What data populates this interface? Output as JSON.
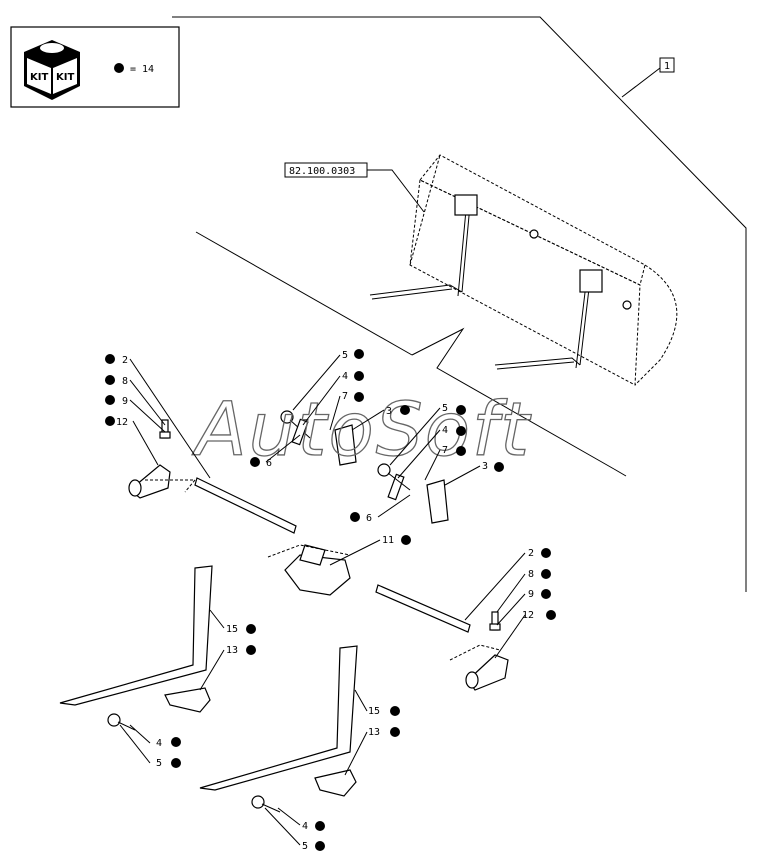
{
  "kit_box": {
    "kit_text_1": "KIT",
    "kit_text_2": "KIT",
    "legend_text": "= 14"
  },
  "ref_box": {
    "label": "1"
  },
  "bucket_ref": {
    "label": "82.100.0303"
  },
  "watermark": "AutoSoft",
  "callouts": [
    {
      "num": "2"
    },
    {
      "num": "8"
    },
    {
      "num": "9"
    },
    {
      "num": "12"
    },
    {
      "num": "5"
    },
    {
      "num": "4"
    },
    {
      "num": "7"
    },
    {
      "num": "6"
    },
    {
      "num": "3"
    },
    {
      "num": "5"
    },
    {
      "num": "4"
    },
    {
      "num": "7"
    },
    {
      "num": "3"
    },
    {
      "num": "6"
    },
    {
      "num": "11"
    },
    {
      "num": "2"
    },
    {
      "num": "8"
    },
    {
      "num": "9"
    },
    {
      "num": "12"
    },
    {
      "num": "15"
    },
    {
      "num": "13"
    },
    {
      "num": "4"
    },
    {
      "num": "5"
    },
    {
      "num": "15"
    },
    {
      "num": "13"
    },
    {
      "num": "4"
    },
    {
      "num": "5"
    }
  ]
}
